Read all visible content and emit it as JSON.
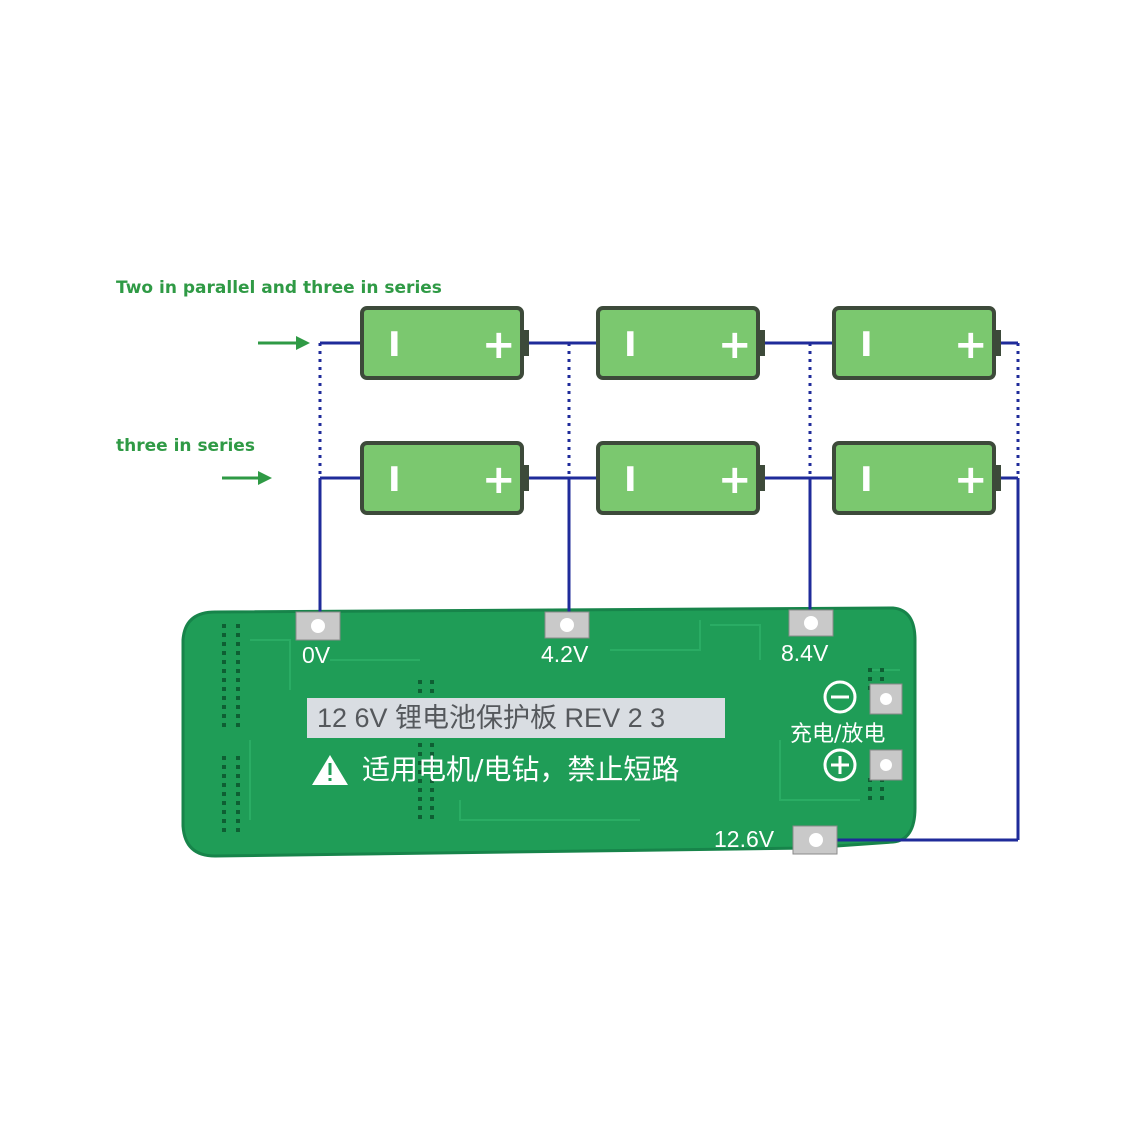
{
  "captions": {
    "parallel": "Two in parallel and three in series",
    "series": "three in series"
  },
  "board": {
    "title": "12 6V 锂电池保护板 REV 2 3",
    "warning": "适用电机/电钻，禁止短路",
    "charge_discharge": "充电/放电",
    "pads": [
      "0V",
      "4.2V",
      "8.4V",
      "12.6V"
    ]
  },
  "battery": {
    "minus_symbol": "I",
    "plus_symbol": "+"
  },
  "colors": {
    "caption_green": "#2f9a45",
    "battery_fill": "#7bc86f",
    "battery_outline": "#3d4a3a",
    "wire": "#1f2b9a",
    "board": "#1f9d57",
    "board_edge": "#17844a"
  }
}
